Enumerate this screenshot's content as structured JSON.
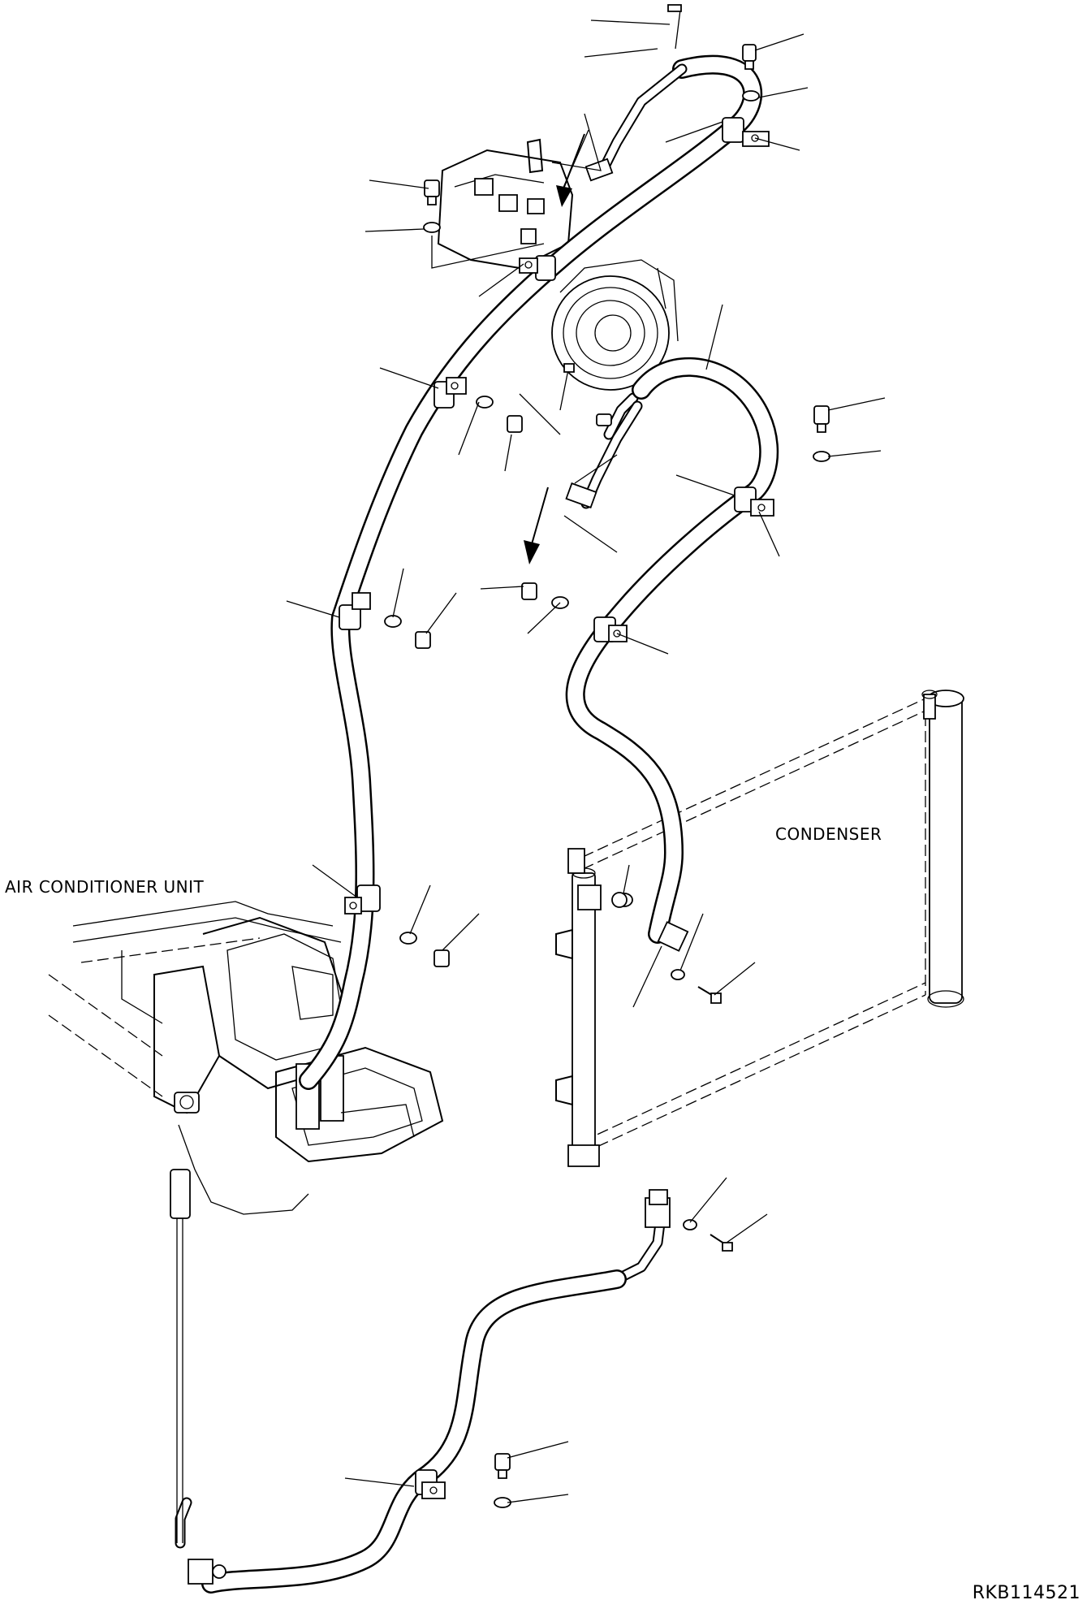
{
  "labels": {
    "condenser": "CONDENSER",
    "air_conditioner_unit": "AIR CONDITIONER UNIT",
    "drawing_code": "RKB114521"
  }
}
